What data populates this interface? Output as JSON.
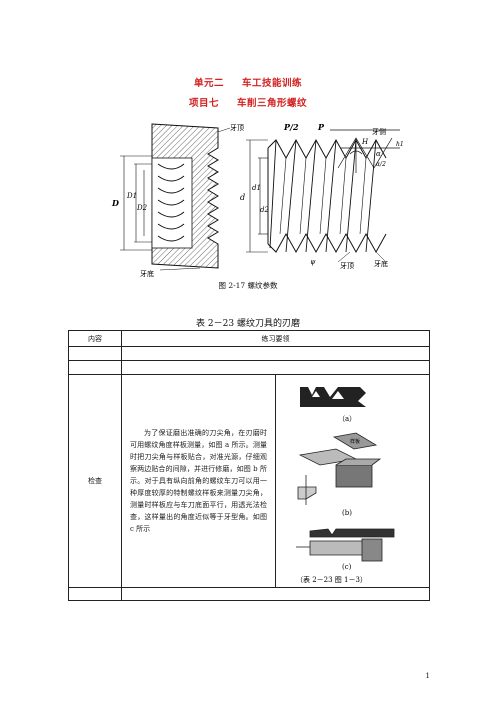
{
  "heading": {
    "line1": {
      "unit": "单元二",
      "title": "车工技能训练"
    },
    "line2": {
      "project": "项目七",
      "title": "车削三角形螺纹"
    }
  },
  "figure1": {
    "caption": "图 2-17   螺纹参数",
    "labels": {
      "ya_ding_left": "牙顶",
      "ya_di_left": "牙底",
      "D": "D",
      "D1": "D1",
      "D2": "D2",
      "P_half": "P/2",
      "P": "P",
      "ya_ce": "牙侧",
      "H": "H",
      "h1": "h1",
      "alpha": "α",
      "alpha_half": "α/2",
      "d": "d",
      "d1": "d1",
      "d2": "d2",
      "psi": "ψ",
      "ya_ding_right": "牙顶",
      "ya_di_right": "牙底"
    },
    "colors": {
      "thread": "#1a1a1a",
      "hatch": "#444444"
    }
  },
  "table": {
    "title": "表 2－23    螺纹刀具的刃磨",
    "header": {
      "col1": "内容",
      "col2": "练习要领"
    },
    "main_row": {
      "label": "检查",
      "text": "为了保证磨出准确的刀尖角，在刃磨时可用螺纹角度样板测量，如图 a 所示。测量时把刀尖角与样板贴合，对准光源，仔细观察两边贴合的间隙，并进行修磨，如图 b 所示。对于具有纵向前角的螺纹车刀可以用一种厚度较厚的特制螺纹样板来测量刀尖角，测量时样板应与车刀底面平行，用透光法检查，这样量出的角度近似等于牙型角。如图 c 所示",
      "images": {
        "a": "（a）",
        "b": "(b)",
        "c": "(c)",
        "sub_label": "样板",
        "caption": "（表 2－23   图 1－3）"
      }
    }
  },
  "page_number": "1"
}
